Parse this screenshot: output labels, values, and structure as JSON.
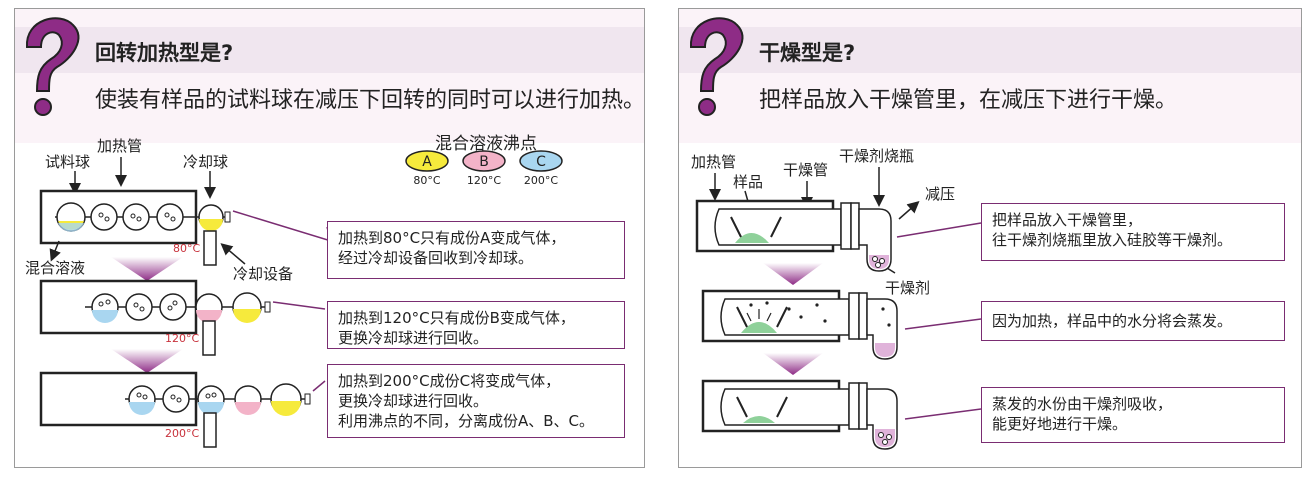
{
  "left": {
    "title": "回转加热型是?",
    "subtitle": "使装有样品的试料球在减压下回转的同时可以进行加热。",
    "labels": {
      "sample_ball": "试料球",
      "heating_tube": "加热管",
      "cooling_ball": "冷却球",
      "mixed_solution": "混合溶液",
      "cooling_device": "冷却设备"
    },
    "legend": {
      "title": "混合溶液沸点",
      "items": [
        {
          "letter": "A",
          "temp": "80°C",
          "color": "#f6ea3c"
        },
        {
          "letter": "B",
          "temp": "120°C",
          "color": "#f3b3c8"
        },
        {
          "letter": "C",
          "temp": "200°C",
          "color": "#a9d6f0"
        }
      ]
    },
    "stages": [
      {
        "temp": "80°C",
        "lines": [
          "加热到80°C只有成份A变成气体，",
          "经过冷却设备回收到冷却球。"
        ]
      },
      {
        "temp": "120°C",
        "lines": [
          "加热到120°C只有成份B变成气体，",
          "更换冷却球进行回收。"
        ]
      },
      {
        "temp": "200°C",
        "lines": [
          "加热到200°C成份C将变成气体，",
          "更换冷却球进行回收。",
          "利用沸点的不同，分离成份A、B、C。"
        ]
      }
    ]
  },
  "right": {
    "title": "干燥型是?",
    "subtitle": "把样品放入干燥管里，在减压下进行干燥。",
    "labels": {
      "heating_tube": "加热管",
      "sample": "样品",
      "drying_tube": "干燥管",
      "desiccant_flask": "干燥剂烧瓶",
      "decompress": "减压",
      "desiccant": "干燥剂"
    },
    "stages": [
      {
        "lines": [
          "把样品放入干燥管里，",
          "往干燥剂烧瓶里放入硅胶等干燥剂。"
        ]
      },
      {
        "lines": [
          "因为加热，样品中的水分将会蒸发。"
        ]
      },
      {
        "lines": [
          "蒸发的水份由干燥剂吸收，",
          "能更好地进行干燥。"
        ]
      }
    ]
  },
  "colors": {
    "accent_purple": "#8e2c86",
    "callout_border": "#7a2d72",
    "sample_green": "#8fd19a",
    "cooling_yellow": "#f6ea3c",
    "pink": "#f3b3c8",
    "blue": "#a9d6f0",
    "desiccant_pink": "#e0b3da"
  }
}
